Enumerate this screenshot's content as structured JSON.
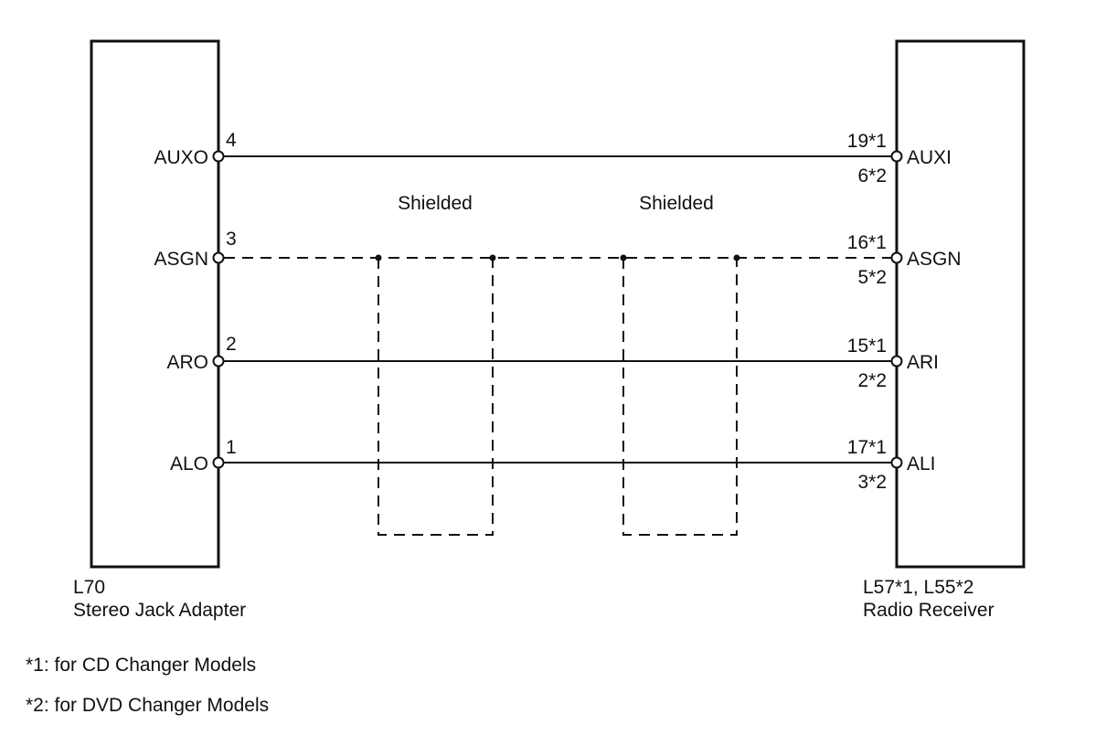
{
  "left_component": {
    "code": "L70",
    "name": "Stereo Jack Adapter"
  },
  "right_component": {
    "code": "L57*1, L55*2",
    "name": "Radio Receiver"
  },
  "signals": [
    {
      "left_label": "AUXO",
      "left_pin": "4",
      "right_label": "AUXI",
      "right_pin_a": "19*1",
      "right_pin_b": "6*2",
      "shielded": false
    },
    {
      "left_label": "ASGN",
      "left_pin": "3",
      "right_label": "ASGN",
      "right_pin_a": "16*1",
      "right_pin_b": "5*2",
      "shielded": true
    },
    {
      "left_label": "ARO",
      "left_pin": "2",
      "right_label": "ARI",
      "right_pin_a": "15*1",
      "right_pin_b": "2*2",
      "shielded": false
    },
    {
      "left_label": "ALO",
      "left_pin": "1",
      "right_label": "ALI",
      "right_pin_a": "17*1",
      "right_pin_b": "3*2",
      "shielded": false
    }
  ],
  "shields": [
    {
      "label": "Shielded"
    },
    {
      "label": "Shielded"
    }
  ],
  "notes": [
    "*1: for CD Changer Models",
    "*2: for DVD Changer Models"
  ]
}
